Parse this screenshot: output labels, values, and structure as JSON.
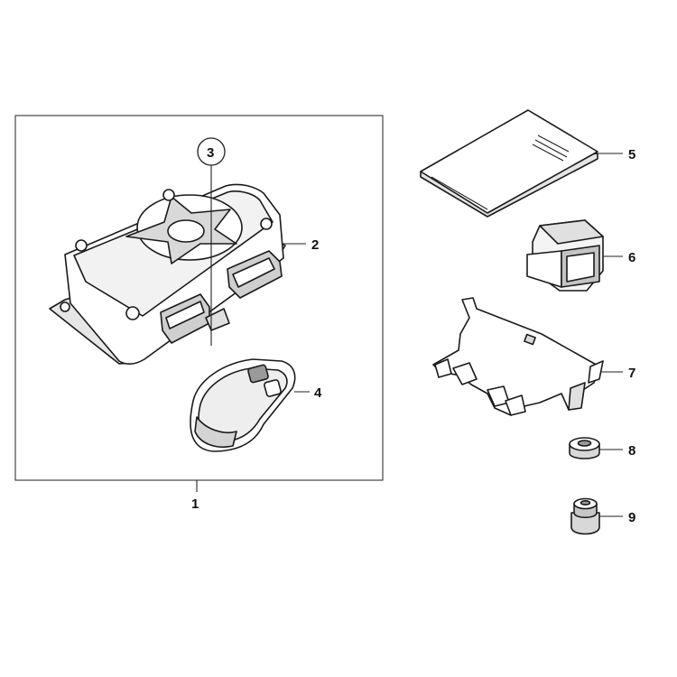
{
  "diagram": {
    "callouts": {
      "c1": "1",
      "c2": "2",
      "c3": "3",
      "c4": "4",
      "c5": "5",
      "c6": "6",
      "c7": "7",
      "c8": "8",
      "c9": "9"
    },
    "colors": {
      "line": "#1a1a1a",
      "fill": "#ffffff",
      "shade": "#d9d9d9",
      "shade_dark": "#b0b0b0"
    },
    "icons": {
      "control_unit": "alarm-control-unit-icon",
      "key_fob": "remote-key-fob-icon",
      "manual": "manual-booklet-icon",
      "connector_cap": "connector-cap-icon",
      "bracket": "mounting-bracket-icon",
      "grommet": "grommet-icon",
      "rubber_buffer": "rubber-buffer-icon"
    }
  }
}
